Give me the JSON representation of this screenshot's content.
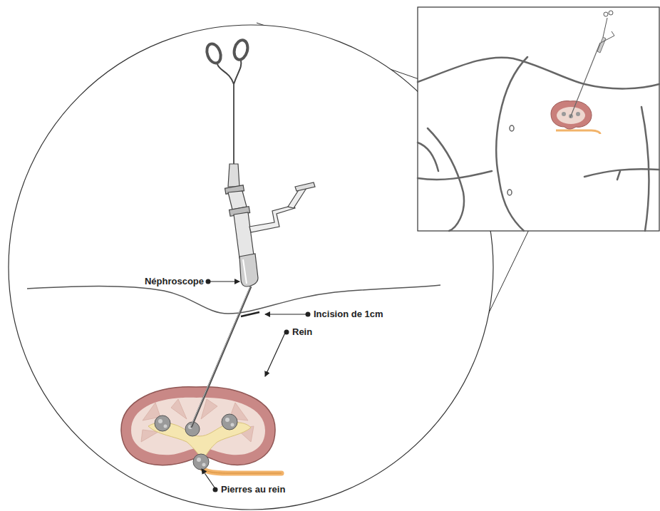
{
  "diagram": {
    "labels": [
      "Néphroscope",
      "Incision de 1cm",
      "Rein",
      "Pierres au rein"
    ]
  }
}
